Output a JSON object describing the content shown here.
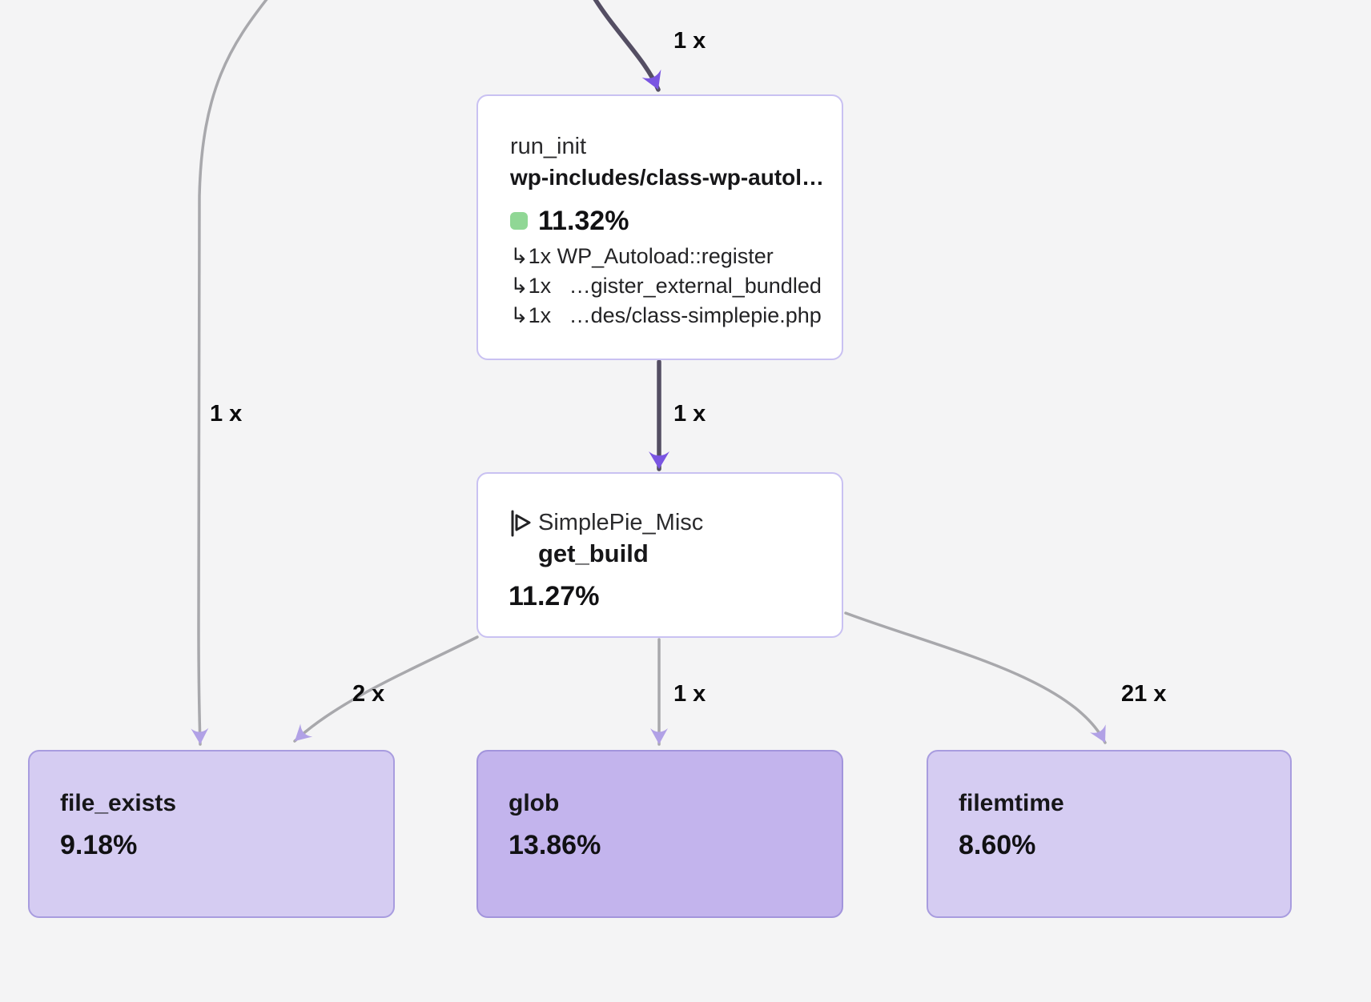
{
  "colors": {
    "background": "#f4f4f5",
    "hot_edge": "#544e63",
    "cool_edge": "#a8a8ac",
    "hot_arrowhead": "#7a55e2",
    "cool_arrowhead": "#b1a1e6",
    "white_node_border": "#c9c1f2",
    "lavender_node_fill": "#d5ccf2",
    "lavender_dark_node_fill": "#c3b4ed",
    "percent_chip_green": "#90d795"
  },
  "nodes": {
    "run_init": {
      "function": "run_init",
      "file": "wp-includes/class-wp-autol…",
      "percent": "11.32%",
      "callees": [
        "↳1x WP_Autoload::register",
        "↳1x   …gister_external_bundled",
        "↳1x   …des/class-simplepie.php"
      ]
    },
    "get_build": {
      "class_name": "SimplePie_Misc",
      "method": "get_build",
      "percent": "11.27%"
    },
    "file_exists": {
      "function": "file_exists",
      "percent": "9.18%"
    },
    "glob": {
      "function": "glob",
      "percent": "13.86%"
    },
    "filemtime": {
      "function": "filemtime",
      "percent": "8.60%"
    }
  },
  "edge_labels": {
    "into_run_init": "1 x",
    "run_init_to_get_build": "1 x",
    "into_file_exists_left": "1 x",
    "get_build_to_file_exists": "2 x",
    "get_build_to_glob": "1 x",
    "get_build_to_filemtime": "21 x"
  }
}
